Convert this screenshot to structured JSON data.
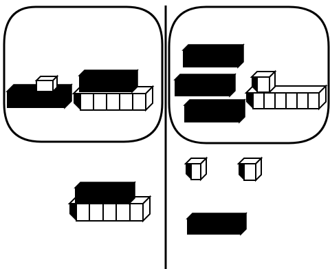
{
  "colors": {
    "ink": "#000000",
    "paper": "#ffffff",
    "block_fill": "#000000",
    "cube_face": "#ffffff"
  },
  "left_panel": {
    "top_group": {
      "dark_blocks": 2,
      "white_cubes_single": 1,
      "white_cubes_in_row": 5
    },
    "bottom_group": {
      "dark_blocks": 1,
      "white_cubes_in_row": 5
    }
  },
  "right_panel": {
    "top_group": {
      "dark_blocks": 3,
      "white_cubes_single": 1,
      "white_cubes_in_row": 6
    },
    "bottom_group": {
      "dark_blocks": 1,
      "white_cubes_single": 2
    }
  }
}
